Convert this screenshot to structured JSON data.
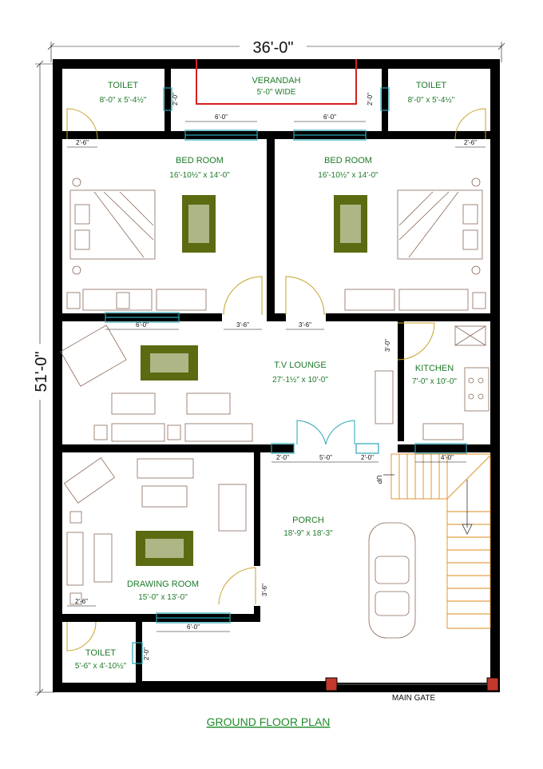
{
  "plan": {
    "title": "GROUND FLOOR PLAN",
    "overall_width": "36'-0\"",
    "overall_depth": "51'-0\""
  },
  "rooms": {
    "toilet_top_left": {
      "name": "TOILET",
      "size": "8'-0\" x 5'-4½\""
    },
    "verandah": {
      "name": "VERANDAH",
      "size": "5'-0\" WIDE"
    },
    "toilet_top_right": {
      "name": "TOILET",
      "size": "8'-0\" x 5'-4½\""
    },
    "bedroom_left": {
      "name": "BED ROOM",
      "size": "16'-10½\" x 14'-0\""
    },
    "bedroom_right": {
      "name": "BED ROOM",
      "size": "16'-10½\" x 14'-0\""
    },
    "tv_lounge": {
      "name": "T.V LOUNGE",
      "size": "27'-1½\" x 10'-0\""
    },
    "kitchen": {
      "name": "KITCHEN",
      "size": "7'-0\" x 10'-0\""
    },
    "porch": {
      "name": "PORCH",
      "size": "18'-9\" x 18'-3\""
    },
    "drawing_room": {
      "name": "DRAWING ROOM",
      "size": "15'-0\" x 13'-0\""
    },
    "toilet_bottom": {
      "name": "TOILET",
      "size": "5'-6\" x 4'-10½\""
    }
  },
  "dimensions": {
    "verandah_left_win": "6'-0\"",
    "verandah_right_win": "6'-0\"",
    "verandah_left_door": "2'-0\"",
    "verandah_right_door": "2'-0\"",
    "toilet_left_door": "2'-6\"",
    "toilet_right_door": "2'-6\"",
    "bed_left_door": "3'-6\"",
    "bed_right_door": "3'-6\"",
    "lounge_win": "6'-0\"",
    "kitchen_door": "3'-0\"",
    "porch_win_left": "2'-0\"",
    "porch_door": "5'-0\"",
    "porch_win_right": "2'-0\"",
    "kitchen_win": "4'-0\"",
    "drawing_door": "3'-6\"",
    "drawing_win": "6'-0\"",
    "toilet_bottom_door": "2'-6\"",
    "toilet_bottom_vent": "2'-0\""
  },
  "labels": {
    "up": "UP",
    "main_gate": "MAIN GATE"
  },
  "colors": {
    "wall": "#000000",
    "room_label": "#1f7a2a",
    "door_swing": "#c9a227",
    "window": "#2aa6b5",
    "stairs": "#e08a1e",
    "verandah_outline": "#d62020",
    "gate_post": "#c0392b",
    "rug": "#5a6b12"
  }
}
